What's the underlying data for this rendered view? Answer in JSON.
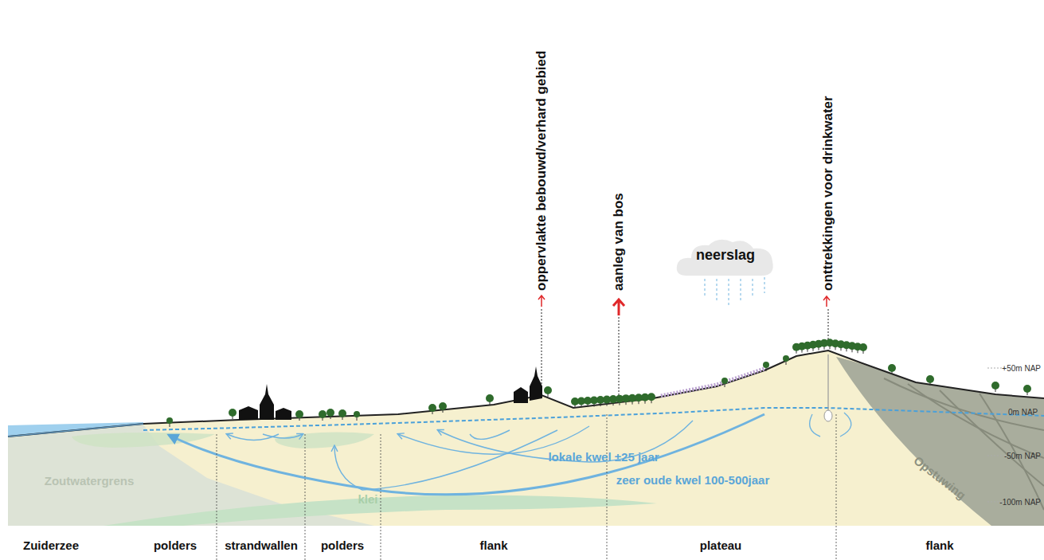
{
  "diagram": {
    "nodes": [
      {
        "text": [
          "neerslag"
        ]
      }
    ],
    "labels": [
      "oppervlakte bebouwd/verhard gebied",
      "aanleg van bos",
      "onttrekkingen voor drinkwater",
      "+50m NAP",
      "0m NAP",
      "-50m NAP",
      "-100m NAP",
      "Zoutwatergrens",
      "klei",
      "lokale kwel ±25 jaar",
      "zeer oude kwel 100-500jaar",
      "Opstuwing",
      "Zuiderzee",
      "polders",
      "strandwallen",
      "polders",
      "flank",
      "plateau",
      "flank"
    ]
  }
}
